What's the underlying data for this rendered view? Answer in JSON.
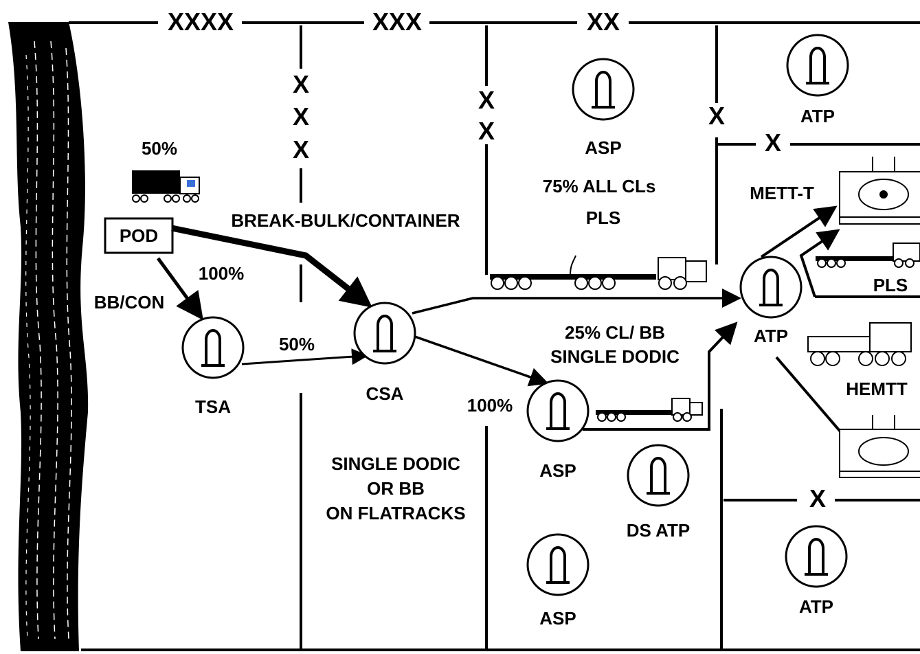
{
  "colors": {
    "ink": "#000000",
    "background": "#ffffff",
    "truck_window": "#3b6fd8"
  },
  "echelons": {
    "top_xxxx": "XXXX",
    "top_xxx": "XXX",
    "top_xx": "XX",
    "side_x": "X",
    "bde_x": "X"
  },
  "labels": {
    "pct_50_truck": "50%",
    "pod": "POD",
    "pct_100": "100%",
    "bb_con": "BB/CON",
    "break_bulk": "BREAK-BULK/CONTAINER",
    "pct_50_tsa": "50%",
    "tsa": "TSA",
    "csa": "CSA",
    "single_dodic_1": "SINGLE DODIC",
    "single_dodic_2": "OR BB",
    "single_dodic_3": "ON FLATRACKS",
    "asp_top": "ASP",
    "pct75": "75% ALL CLs",
    "pls_top": "PLS",
    "pct25_1": "25%  CL/ BB",
    "pct25_2": "SINGLE DODIC",
    "pct_100_asp": "100%",
    "asp_mid": "ASP",
    "ds_atp": "DS ATP",
    "asp_bottom": "ASP",
    "atp_top": "ATP",
    "mett_t": "METT-T",
    "pls_right": "PLS",
    "atp_mid": "ATP",
    "hemtt": "HEMTT",
    "atp_bottom": "ATP"
  },
  "icons": [
    "ammo-point-icon",
    "truck-icon",
    "pls-truck-icon",
    "hemtt-truck-icon",
    "unit-box-icon"
  ]
}
